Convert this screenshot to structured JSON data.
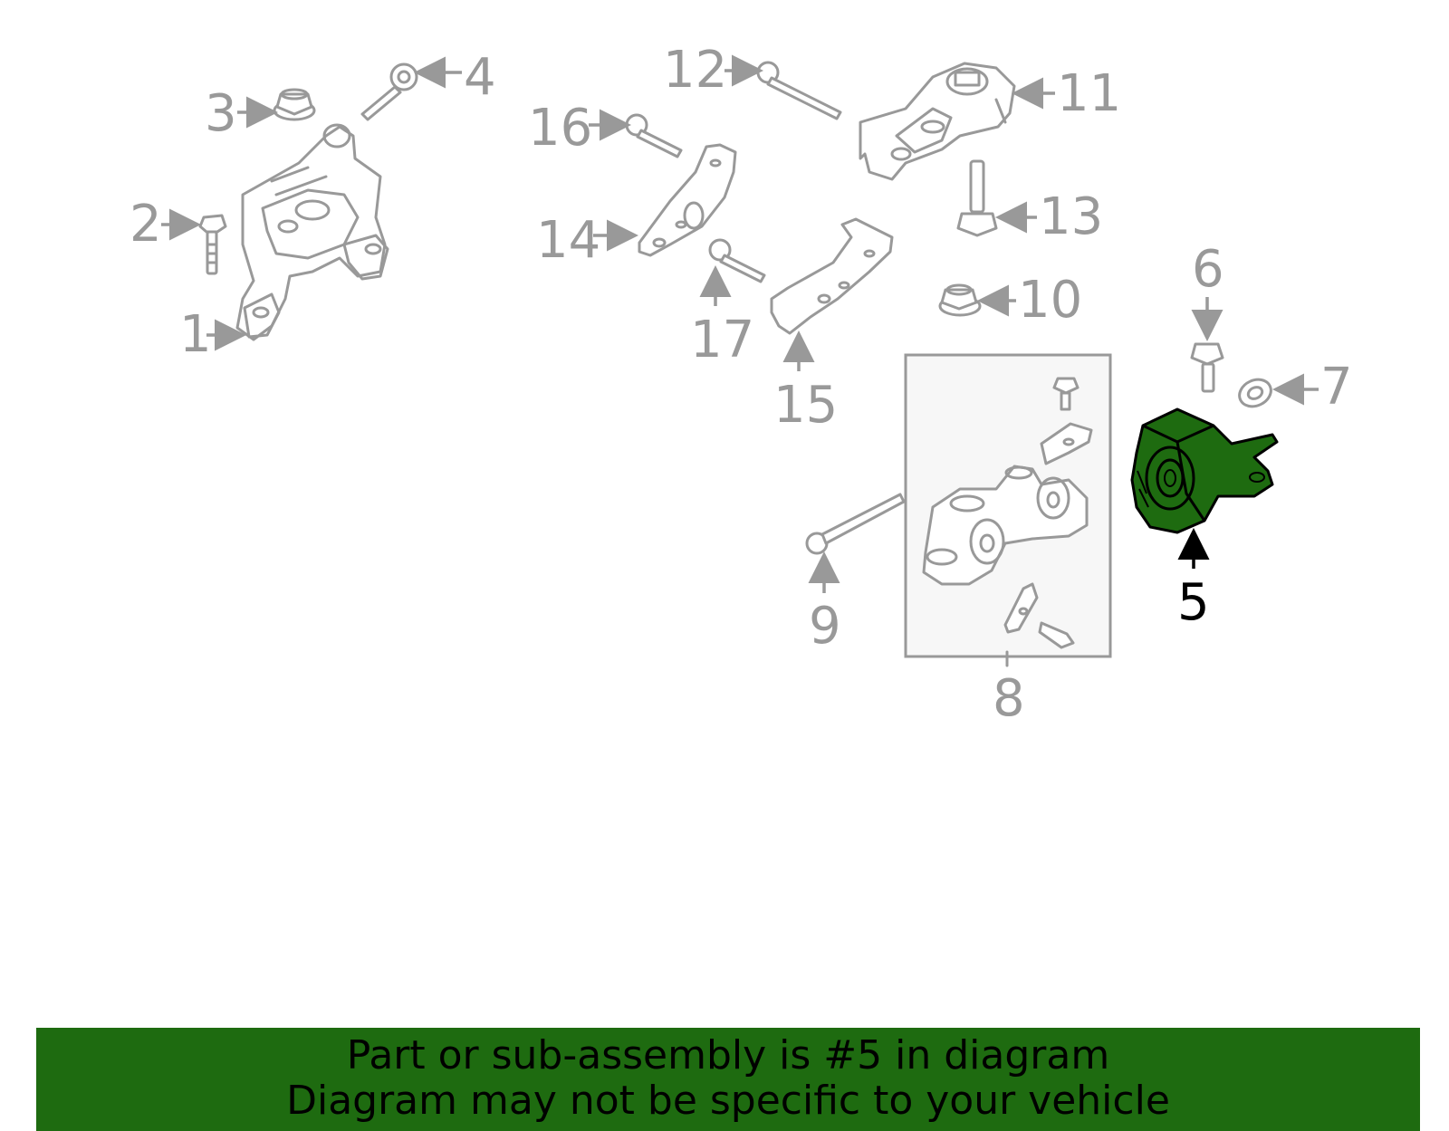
{
  "diagram": {
    "callouts": [
      "1",
      "2",
      "3",
      "4",
      "5",
      "6",
      "7",
      "8",
      "9",
      "10",
      "11",
      "12",
      "13",
      "14",
      "15",
      "16",
      "17"
    ],
    "highlighted_part": "5",
    "highlight_color": "#1e6b10"
  },
  "banner": {
    "line1": "Part or sub-assembly is #5 in diagram",
    "line2": "Diagram may not be specific to your vehicle",
    "background": "#1e6b10"
  }
}
